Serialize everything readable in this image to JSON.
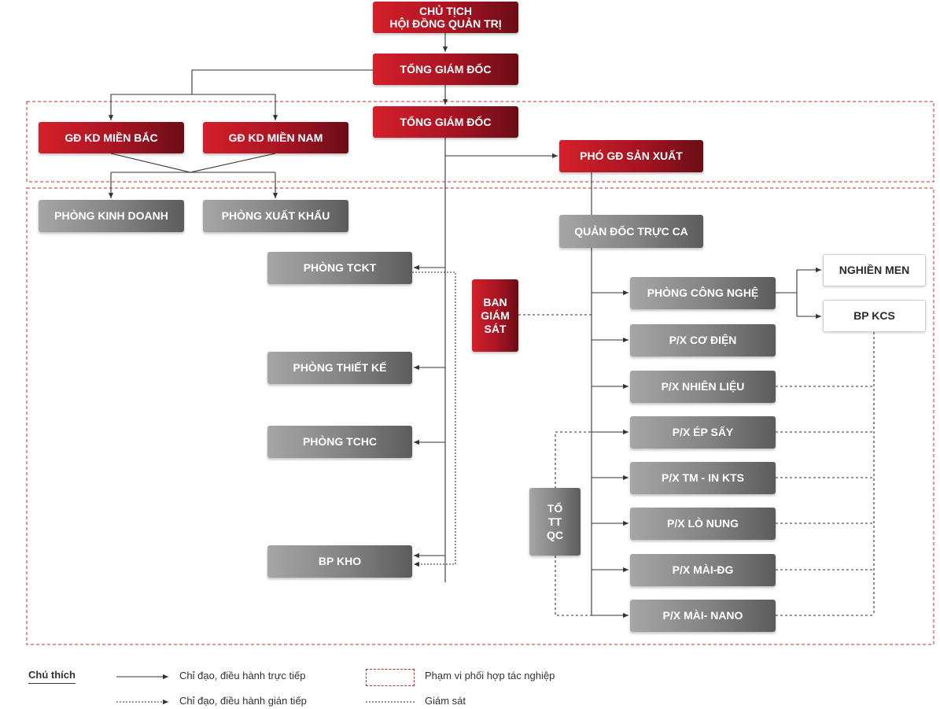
{
  "colors": {
    "red": "#c0151f",
    "gray": "#7a7a7a",
    "connector": "#333333",
    "scope_dash": "#d9252f"
  },
  "nodes": {
    "chairman": "CHỦ TỊCH\nHỘI ĐỒNG QUẢN TRỊ",
    "ceo_top": "TỔNG GIÁM ĐỐC",
    "ceo_mid": "TỔNG GIÁM ĐỐC",
    "gd_kd_mien_bac": "GĐ KD MIỀN BẮC",
    "gd_kd_mien_nam": "GĐ KD MIỀN NAM",
    "pho_gd_san_xuat": "PHÓ GĐ SẢN XUẤT",
    "phong_kinh_doanh": "PHÒNG KINH DOANH",
    "phong_xuat_khau": "PHÒNG XUẤT KHẨU",
    "quan_doc_truc_ca": "QUẢN ĐỐC TRỰC CA",
    "phong_tckt": "PHÒNG TCKT",
    "phong_thiet_ke": "PHÒNG THIẾT KẾ",
    "phong_tchc": "PHÒNG TCHC",
    "bp_kho": "BP KHO",
    "ban_giam_sat": "BAN\nGIÁM\nSÁT",
    "phong_cong_nghe": "PHÒNG CÔNG NGHỆ",
    "nghien_men": "NGHIỀN MEN",
    "bp_kcs": "BP KCS",
    "px_co_dien": "P/X CƠ ĐIỆN",
    "px_nhien_lieu": "P/X NHIÊN LIỆU",
    "px_ep_say": "P/X ÉP SẤY",
    "px_tm_in_kts": "P/X TM - IN KTS",
    "px_lo_nung": "P/X LÒ NUNG",
    "px_mai_dg": "P/X MÀI-ĐG",
    "px_mai_nano": "P/X MÀI- NANO",
    "to_tt_qc": "TỔ\nTT\nQC"
  },
  "legend": {
    "title": "Chú thích",
    "direct": "Chỉ đạo, điều hành trực tiếp",
    "indirect": "Chỉ đạo, điều hành gián tiếp",
    "scope": "Phạm vi phối hợp tác nghiệp",
    "supervision": "Giám sát"
  }
}
